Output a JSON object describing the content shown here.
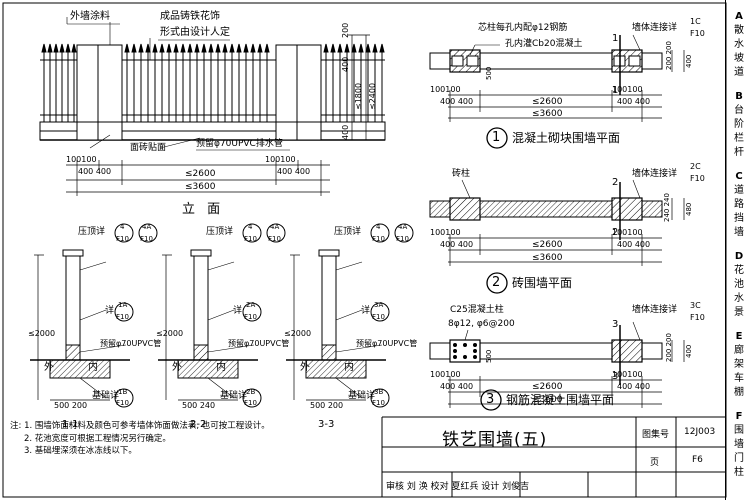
{
  "sheet": {
    "title": "铁艺围墙(五)",
    "atlas_no_label": "图集号",
    "atlas_no": "12J003",
    "page_label": "页",
    "page_no": "F6",
    "review_row": "审核 刘 涣    校对 夏红兵    设计 刘俊吉"
  },
  "notes": [
    "注: 1. 围墙饰面材料及颜色可参考墙体饰面做法表, 也可按工程设计。",
    "2. 花池宽度可根据工程情况另行确定。",
    "3. 基础埋深须在冰冻线以下。"
  ],
  "sidebar": [
    {
      "code": "A",
      "label": "散水坡道"
    },
    {
      "code": "B",
      "label": "台阶栏杆"
    },
    {
      "code": "C",
      "label": "道路挡墙"
    },
    {
      "code": "D",
      "label": "花池水景"
    },
    {
      "code": "E",
      "label": "廊架车棚"
    },
    {
      "code": "F",
      "label": "围墙门柱"
    }
  ],
  "elevation": {
    "title": "立 面",
    "label_exterior_paint": "外墙涂料",
    "label_ironwork": "成品铸铁花饰",
    "label_ironwork_2": "形式由设计人定",
    "label_tile": "面砖贴面",
    "label_drain": "预留φ70UPVC排水管",
    "dim_200": "200",
    "dim_400a": "400",
    "dim_1800": "≤1800",
    "dim_2400": "≤2400",
    "dim_400b": "400",
    "dim_100": "100100",
    "dim_400_400": "400 400",
    "dim_2600": "≤2600",
    "dim_3600": "≤3600"
  },
  "plan1": {
    "caption_no": "1",
    "caption": "混凝土砌块围墙平面",
    "label_core": "芯柱每孔内配φ12钢筋",
    "label_core_2": "孔内灌Cb20混凝土",
    "label_link": "墙体连接详",
    "ref_top": "1C",
    "ref_bottom": "F10",
    "sec": "1",
    "dim_200_200": "200 200",
    "dim_400": "400",
    "dim_500": "500",
    "dim_100": "100100",
    "dim_400_400": "400 400",
    "dim_2600": "≤2600",
    "dim_3600": "≤3600"
  },
  "plan2": {
    "caption_no": "2",
    "caption": "砖围墙平面",
    "label_pier": "砖柱",
    "label_link": "墙体连接详",
    "ref_top": "2C",
    "ref_bottom": "F10",
    "sec": "2",
    "dim_240_240": "240 240",
    "dim_480": "480",
    "dim_100": "100100",
    "dim_400_400": "400 400",
    "dim_2600": "≤2600",
    "dim_3600": "≤3600"
  },
  "plan3": {
    "caption_no": "3",
    "caption": "钢筋混凝土围墙平面",
    "label_col": "C25混凝土柱",
    "label_rebar": "8φ12, φ6@200",
    "label_link": "墙体连接详",
    "ref_top": "3C",
    "ref_bottom": "F10",
    "sec": "3",
    "dim_200_200": "200 200",
    "dim_400": "400",
    "dim_500": "500",
    "dim_100": "100100",
    "dim_400_400": "400 400",
    "dim_2600": "≤2600",
    "dim_3600": "≤3600"
  },
  "sections": [
    {
      "name": "1-1",
      "cap": "压顶详",
      "r1": "4",
      "r2": "4A",
      "rb": "F10",
      "detail": "详",
      "dref": "1A",
      "drain": "预留φ70UPVC管",
      "found": "基础详",
      "fref": "1B",
      "dims": "500 200",
      "dim_h": "≤2000",
      "inside": "内",
      "outside": "外"
    },
    {
      "name": "2-2",
      "cap": "压顶详",
      "r1": "4",
      "r2": "4A",
      "rb": "F10",
      "detail": "详",
      "dref": "2A",
      "drain": "预留φ70UPVC管",
      "found": "基础详",
      "fref": "2B",
      "dims": "500 240",
      "dim_h": "≤2000",
      "inside": "内",
      "outside": "外"
    },
    {
      "name": "3-3",
      "cap": "压顶详",
      "r1": "4",
      "r2": "4A",
      "rb": "F10",
      "detail": "详",
      "dref": "3A",
      "drain": "预留φ70UPVC管",
      "found": "基础详",
      "fref": "3B",
      "dims": "500 200",
      "dim_h": "≤2000",
      "inside": "内",
      "outside": "外"
    }
  ]
}
